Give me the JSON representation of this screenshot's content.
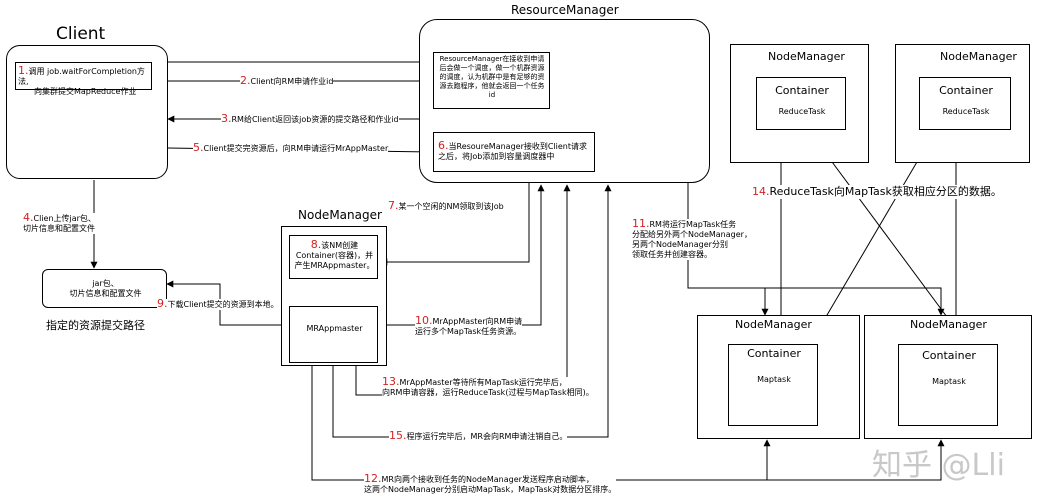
{
  "client": {
    "title": "Client",
    "step1_num": "1.",
    "step1_text": "调用 job.waitForCompletion方法,",
    "step1_text2": "向集群提交MapReduce作业"
  },
  "resource_manager": {
    "title": "ResourceManager",
    "note_top": "ResourceManager在接收到申请后会做一个调度，做一个机群资源的调度，认为机群中是有足够的资源去跑程序，他就会返回一个任务id",
    "step6_num": "6.",
    "step6_text": "当ResoureManager接收到Client请求之后，将Job添加到容量调度器中"
  },
  "node_manager_main": {
    "title": "NodeManager",
    "step8_num": "8.",
    "step8_text": "该NM创建Container(容器)，并产生MRAppmaster。",
    "mrappmaster": "MRAppmaster"
  },
  "resource_path": {
    "box_text1": "jar包、",
    "box_text2": "切片信息和配置文件",
    "caption": "指定的资源提交路径"
  },
  "reduce_nodes": [
    {
      "title": "NodeManager",
      "container": "Container",
      "task": "ReduceTask"
    },
    {
      "title": "NodeManager",
      "container": "Container",
      "task": "ReduceTask"
    }
  ],
  "map_nodes": [
    {
      "title": "NodeManager",
      "container": "Container",
      "task": "Maptask"
    },
    {
      "title": "NodeManager",
      "container": "Container",
      "task": "Maptask"
    }
  ],
  "steps": {
    "s2_num": "2.",
    "s2_text": "Client向RM申请作业id",
    "s3_num": "3.",
    "s3_text": "RM给Client返回该job资源的提交路径和作业id",
    "s4_num": "4.",
    "s4_text": "Clien上传jar包、",
    "s4_text2": "切片信息和配置文件",
    "s5_num": "5.",
    "s5_text": "Client提交完资源后，向RM申请运行MrAppMaster",
    "s7_num": "7.",
    "s7_text": "某一个空闲的NM领取到该Job",
    "s9_num": "9.",
    "s9_text": "下载Client提交的资源到本地。",
    "s10_num": "10.",
    "s10_text": "MrAppMaster向RM申请",
    "s10_text2": "运行多个MapTask任务资源。",
    "s11_num": "11.",
    "s11_text": "RM将运行MapTask任务",
    "s11_text2": "分配给另外两个NodeManager，",
    "s11_text3": "另两个NodeManager分别",
    "s11_text4": "领取任务并创建容器。",
    "s12_num": "12.",
    "s12_text": "MR向两个接收到任务的NodeManager发送程序启动脚本，",
    "s12_text2": "这两个NodeManager分别启动MapTask，MapTask对数据分区排序。",
    "s13_num": "13.",
    "s13_text": "MrAppMaster等待所有MapTask运行完毕后，",
    "s13_text2": "向RM申请容器，运行ReduceTask(过程与MapTask相同)。",
    "s14_num": "14.",
    "s14_text": "ReduceTask向MapTask获取相应分区的数据。",
    "s15_num": "15.",
    "s15_text": "程序运行完毕后，MR会向RM申请注销自己。"
  },
  "watermark": "知乎 @Lli"
}
